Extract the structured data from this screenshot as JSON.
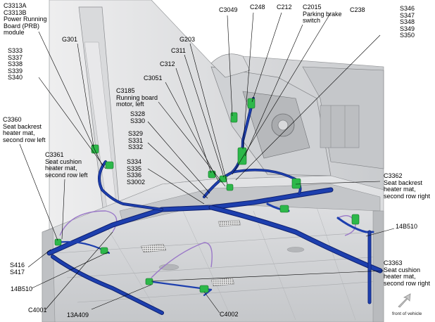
{
  "labels": {
    "c3313": "C3313A\nC3313B\nPower Running\nBoard (PRB)\nmodule",
    "c3049": "C3049",
    "c248": "C248",
    "c212": "C212",
    "c2015": "C2015\nParking brake\nswitch",
    "c238": "C238",
    "s346_group": "S346\nS347\nS348\nS349\nS350",
    "g301": "G301",
    "g203": "G203",
    "c311": "C311",
    "s333_group": "S333\nS337\nS338\nS339\nS340",
    "c312": "C312",
    "c3051": "C3051",
    "c3185": "C3185\nRunning board\nmotor, left",
    "s328_group": "S328\nS330",
    "c3360": "C3360\nSeat backrest\nheater mat,\nsecond row left",
    "s329_group": "S329\nS331\nS332",
    "c3361": "C3361\nSeat cushion\nheater mat,\nsecond row left",
    "s334_group": "S334\nS335\nS336\nS3002",
    "c3362": "C3362\nSeat backrest\nheater mat,\nsecond row right",
    "b14b510_right": "14B510",
    "s416_group": "S416\nS417",
    "b14b510_left": "14B510",
    "c3363": "C3363\nSeat cushion\nheater mat,\nsecond row right",
    "c4001": "C4001",
    "c13a409": "13A409",
    "c4002": "C4002",
    "front_of_vehicle": "front of vehicle"
  },
  "colors": {
    "harness": "#1d3fae",
    "harness_dark": "#0d1f6e",
    "connector": "#2db84a",
    "connector_dark": "#126c22",
    "purple_wire": "#9a78c8",
    "floor": "#d2d4d7",
    "body": "#c4c6c9"
  }
}
